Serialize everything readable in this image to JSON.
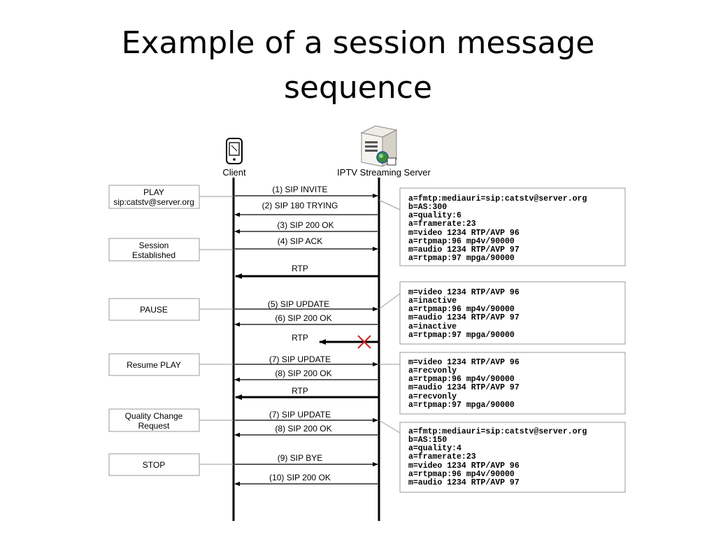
{
  "title": {
    "line1": "Example of a session message",
    "line2": "sequence"
  },
  "lanes": {
    "client": {
      "label": "Client",
      "icon": "mobile-phone-icon"
    },
    "server": {
      "label": "IPTV Streaming Server",
      "icon": "server-icon"
    }
  },
  "events": [
    {
      "lines": [
        "PLAY",
        "sip:catstv@server.org"
      ]
    },
    {
      "lines": [
        "Session",
        "Established"
      ]
    },
    {
      "lines": [
        "PAUSE"
      ]
    },
    {
      "lines": [
        "Resume PLAY"
      ]
    },
    {
      "lines": [
        "Quality Change",
        "Request"
      ]
    },
    {
      "lines": [
        "STOP"
      ]
    }
  ],
  "messages": [
    {
      "label": "(1) SIP INVITE",
      "direction": "to-server"
    },
    {
      "label": "(2) SIP 180 TRYING",
      "direction": "to-client"
    },
    {
      "label": "(3) SIP 200 OK",
      "direction": "to-client"
    },
    {
      "label": "(4) SIP ACK",
      "direction": "to-server"
    },
    {
      "label": "RTP",
      "direction": "to-client",
      "bold": true
    },
    {
      "label": "(5) SIP UPDATE",
      "direction": "to-server"
    },
    {
      "label": "(6) SIP 200 OK",
      "direction": "to-client"
    },
    {
      "label": "RTP",
      "direction": "to-client",
      "bold": true,
      "blocked": true
    },
    {
      "label": "(7) SIP UPDATE",
      "direction": "to-server"
    },
    {
      "label": "(8) SIP 200 OK",
      "direction": "to-client"
    },
    {
      "label": "RTP",
      "direction": "to-client",
      "bold": true
    },
    {
      "label": "(7) SIP UPDATE",
      "direction": "to-server"
    },
    {
      "label": "(8) SIP 200 OK",
      "direction": "to-client"
    },
    {
      "label": "(9) SIP BYE",
      "direction": "to-server"
    },
    {
      "label": "(10) SIP 200 OK",
      "direction": "to-client"
    }
  ],
  "sdp_boxes": [
    {
      "lines": [
        "a=fmtp:mediauri=sip:catstv@server.org",
        "b=AS:300",
        "a=quality:6",
        "a=framerate:23",
        "m=video 1234 RTP/AVP 96",
        "a=rtpmap:96 mp4v/90000",
        "m=audio 1234 RTP/AVP 97",
        "a=rtpmap:97 mpga/90000"
      ]
    },
    {
      "lines": [
        "m=video 1234 RTP/AVP 96",
        "a=inactive",
        "a=rtpmap:96 mp4v/90000",
        "m=audio 1234 RTP/AVP 97",
        "a=inactive",
        "a=rtpmap:97 mpga/90000"
      ]
    },
    {
      "lines": [
        "m=video 1234 RTP/AVP 96",
        "a=recvonly",
        "a=rtpmap:96 mp4v/90000",
        "m=audio 1234 RTP/AVP 97",
        "a=recvonly",
        "a=rtpmap:97 mpga/90000"
      ]
    },
    {
      "lines": [
        "a=fmtp:mediauri=sip:catstv@server.org",
        "b=AS:150",
        "a=quality:4",
        "a=framerate:23",
        "m=video 1234 RTP/AVP 96",
        "a=rtpmap:96 mp4v/90000",
        "m=audio 1234 RTP/AVP 97"
      ]
    }
  ],
  "colors": {
    "line": "#000000",
    "box_border": "#777777",
    "block_mark": "#cc2222"
  }
}
